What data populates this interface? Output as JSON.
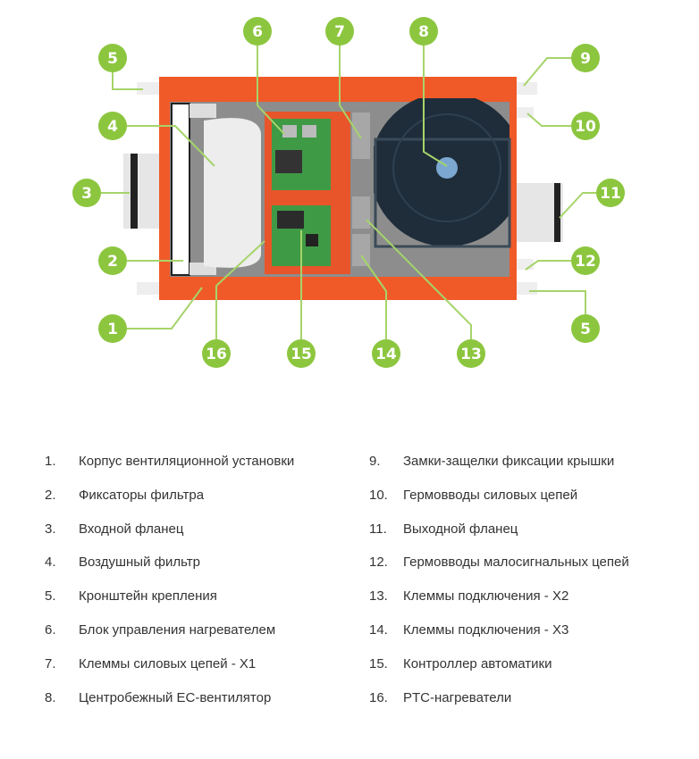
{
  "colors": {
    "callout": "#8cc63f",
    "leader": "#a6d46a",
    "housing": "#f05a28",
    "insulation": "#8a8a8a",
    "board": "#3d9a3f",
    "fan": "#1f2d3a"
  },
  "diagram": {
    "callouts": [
      "5",
      "6",
      "7",
      "8",
      "9",
      "4",
      "10",
      "3",
      "11",
      "2",
      "12",
      "1",
      "5",
      "16",
      "15",
      "14",
      "13"
    ]
  },
  "legend": {
    "items": [
      {
        "num": "1.",
        "label": "Корпус вентиляционной установки"
      },
      {
        "num": "2.",
        "label": "Фиксаторы фильтра"
      },
      {
        "num": "3.",
        "label": "Входной фланец"
      },
      {
        "num": "4.",
        "label": "Воздушный фильтр"
      },
      {
        "num": "5.",
        "label": "Кронштейн крепления"
      },
      {
        "num": "6.",
        "label": "Блок управления нагревателем"
      },
      {
        "num": "7.",
        "label": "Клеммы силовых цепей - X1"
      },
      {
        "num": "8.",
        "label": "Центробежный EC-вентилятор"
      },
      {
        "num": "9.",
        "label": "Замки-защелки фиксации крышки"
      },
      {
        "num": "10.",
        "label": "Гермовводы силовых цепей"
      },
      {
        "num": "11.",
        "label": "Выходной фланец"
      },
      {
        "num": "12.",
        "label": "Гермовводы малосигнальных цепей"
      },
      {
        "num": "13.",
        "label": "Клеммы подключения - X2"
      },
      {
        "num": "14.",
        "label": "Клеммы подключения - X3"
      },
      {
        "num": "15.",
        "label": "Контроллер автоматики"
      },
      {
        "num": "16.",
        "label": "PTC-нагреватели"
      }
    ]
  }
}
